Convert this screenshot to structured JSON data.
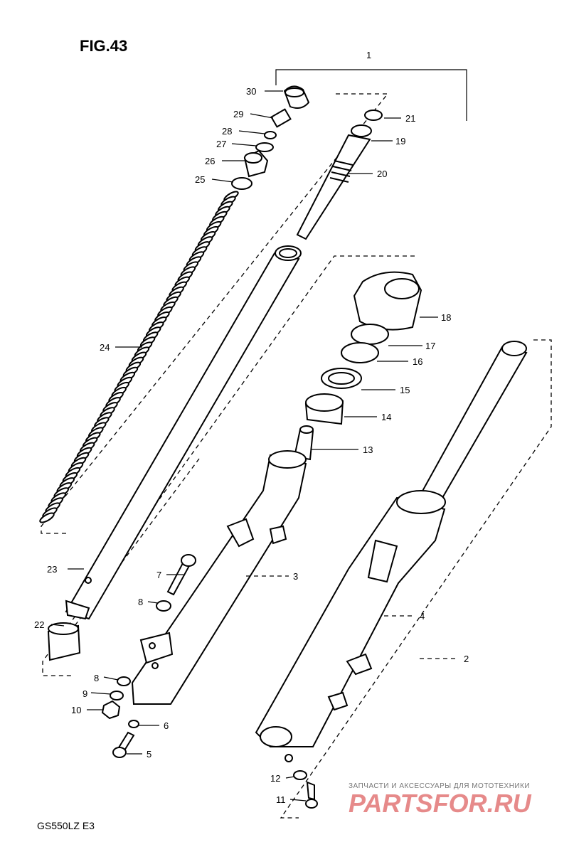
{
  "figure": {
    "title": "FIG.43",
    "model": "GS550LZ  E3"
  },
  "callouts": [
    {
      "id": "c1",
      "text": "1"
    },
    {
      "id": "c2",
      "text": "2"
    },
    {
      "id": "c3",
      "text": "3"
    },
    {
      "id": "c4",
      "text": "4"
    },
    {
      "id": "c5",
      "text": "5"
    },
    {
      "id": "c6",
      "text": "6"
    },
    {
      "id": "c7",
      "text": "7"
    },
    {
      "id": "c8a",
      "text": "8"
    },
    {
      "id": "c8b",
      "text": "8"
    },
    {
      "id": "c9",
      "text": "9"
    },
    {
      "id": "c10",
      "text": "10"
    },
    {
      "id": "c11",
      "text": "11"
    },
    {
      "id": "c12",
      "text": "12"
    },
    {
      "id": "c13",
      "text": "13"
    },
    {
      "id": "c14",
      "text": "14"
    },
    {
      "id": "c15",
      "text": "15"
    },
    {
      "id": "c16",
      "text": "16"
    },
    {
      "id": "c17",
      "text": "17"
    },
    {
      "id": "c18",
      "text": "18"
    },
    {
      "id": "c19",
      "text": "19"
    },
    {
      "id": "c20",
      "text": "20"
    },
    {
      "id": "c21",
      "text": "21"
    },
    {
      "id": "c22",
      "text": "22"
    },
    {
      "id": "c23",
      "text": "23"
    },
    {
      "id": "c24",
      "text": "24"
    },
    {
      "id": "c25",
      "text": "25"
    },
    {
      "id": "c26",
      "text": "26"
    },
    {
      "id": "c27",
      "text": "27"
    },
    {
      "id": "c28",
      "text": "28"
    },
    {
      "id": "c29",
      "text": "29"
    },
    {
      "id": "c30",
      "text": "30"
    }
  ],
  "watermark": {
    "caption": "ЗАПЧАСТИ И АКСЕССУАРЫ ДЛЯ МОТОТЕХНИКИ",
    "brand": "PARTSFOR.RU"
  }
}
